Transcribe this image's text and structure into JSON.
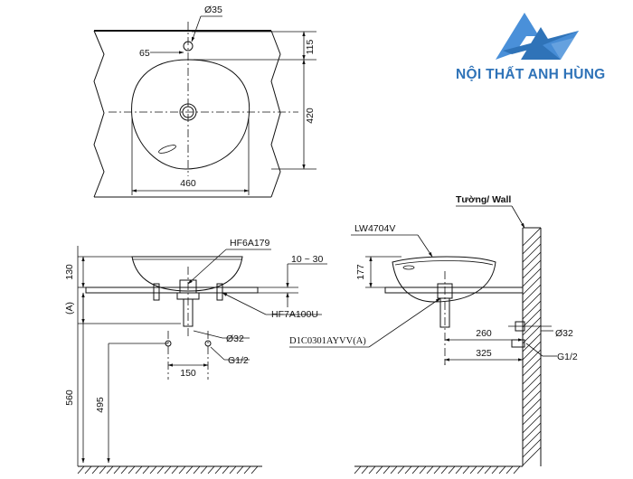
{
  "brand": {
    "name": "NỘI THẤT ANH HÙNG",
    "colors": {
      "primary": "#2f73b8",
      "light": "#4a90d9"
    }
  },
  "top_view": {
    "dims": {
      "hole_dia": "Ø35",
      "hole_offset": "65",
      "hole_to_edge": "115",
      "depth": "420",
      "width": "460"
    }
  },
  "front_view": {
    "parts": {
      "waste": "HF6A179",
      "fixing": "HF7A100U"
    },
    "dims": {
      "basin_height": "130",
      "counter_thickness": "10 ~ 30",
      "a": "(A)",
      "pipe_dia": "Ø32",
      "thread": "G1/2",
      "spacing": "150",
      "floor_to_counter": "560",
      "floor_to_pipe": "495"
    }
  },
  "side_view": {
    "wall_label": "Tường/ Wall",
    "parts": {
      "basin": "LW4704V",
      "trap": "D1C0301AYVV(A)"
    },
    "dims": {
      "height": "177",
      "pipe_dia": "Ø32",
      "thread": "G1/2",
      "outlet": "260",
      "depth": "325"
    }
  }
}
